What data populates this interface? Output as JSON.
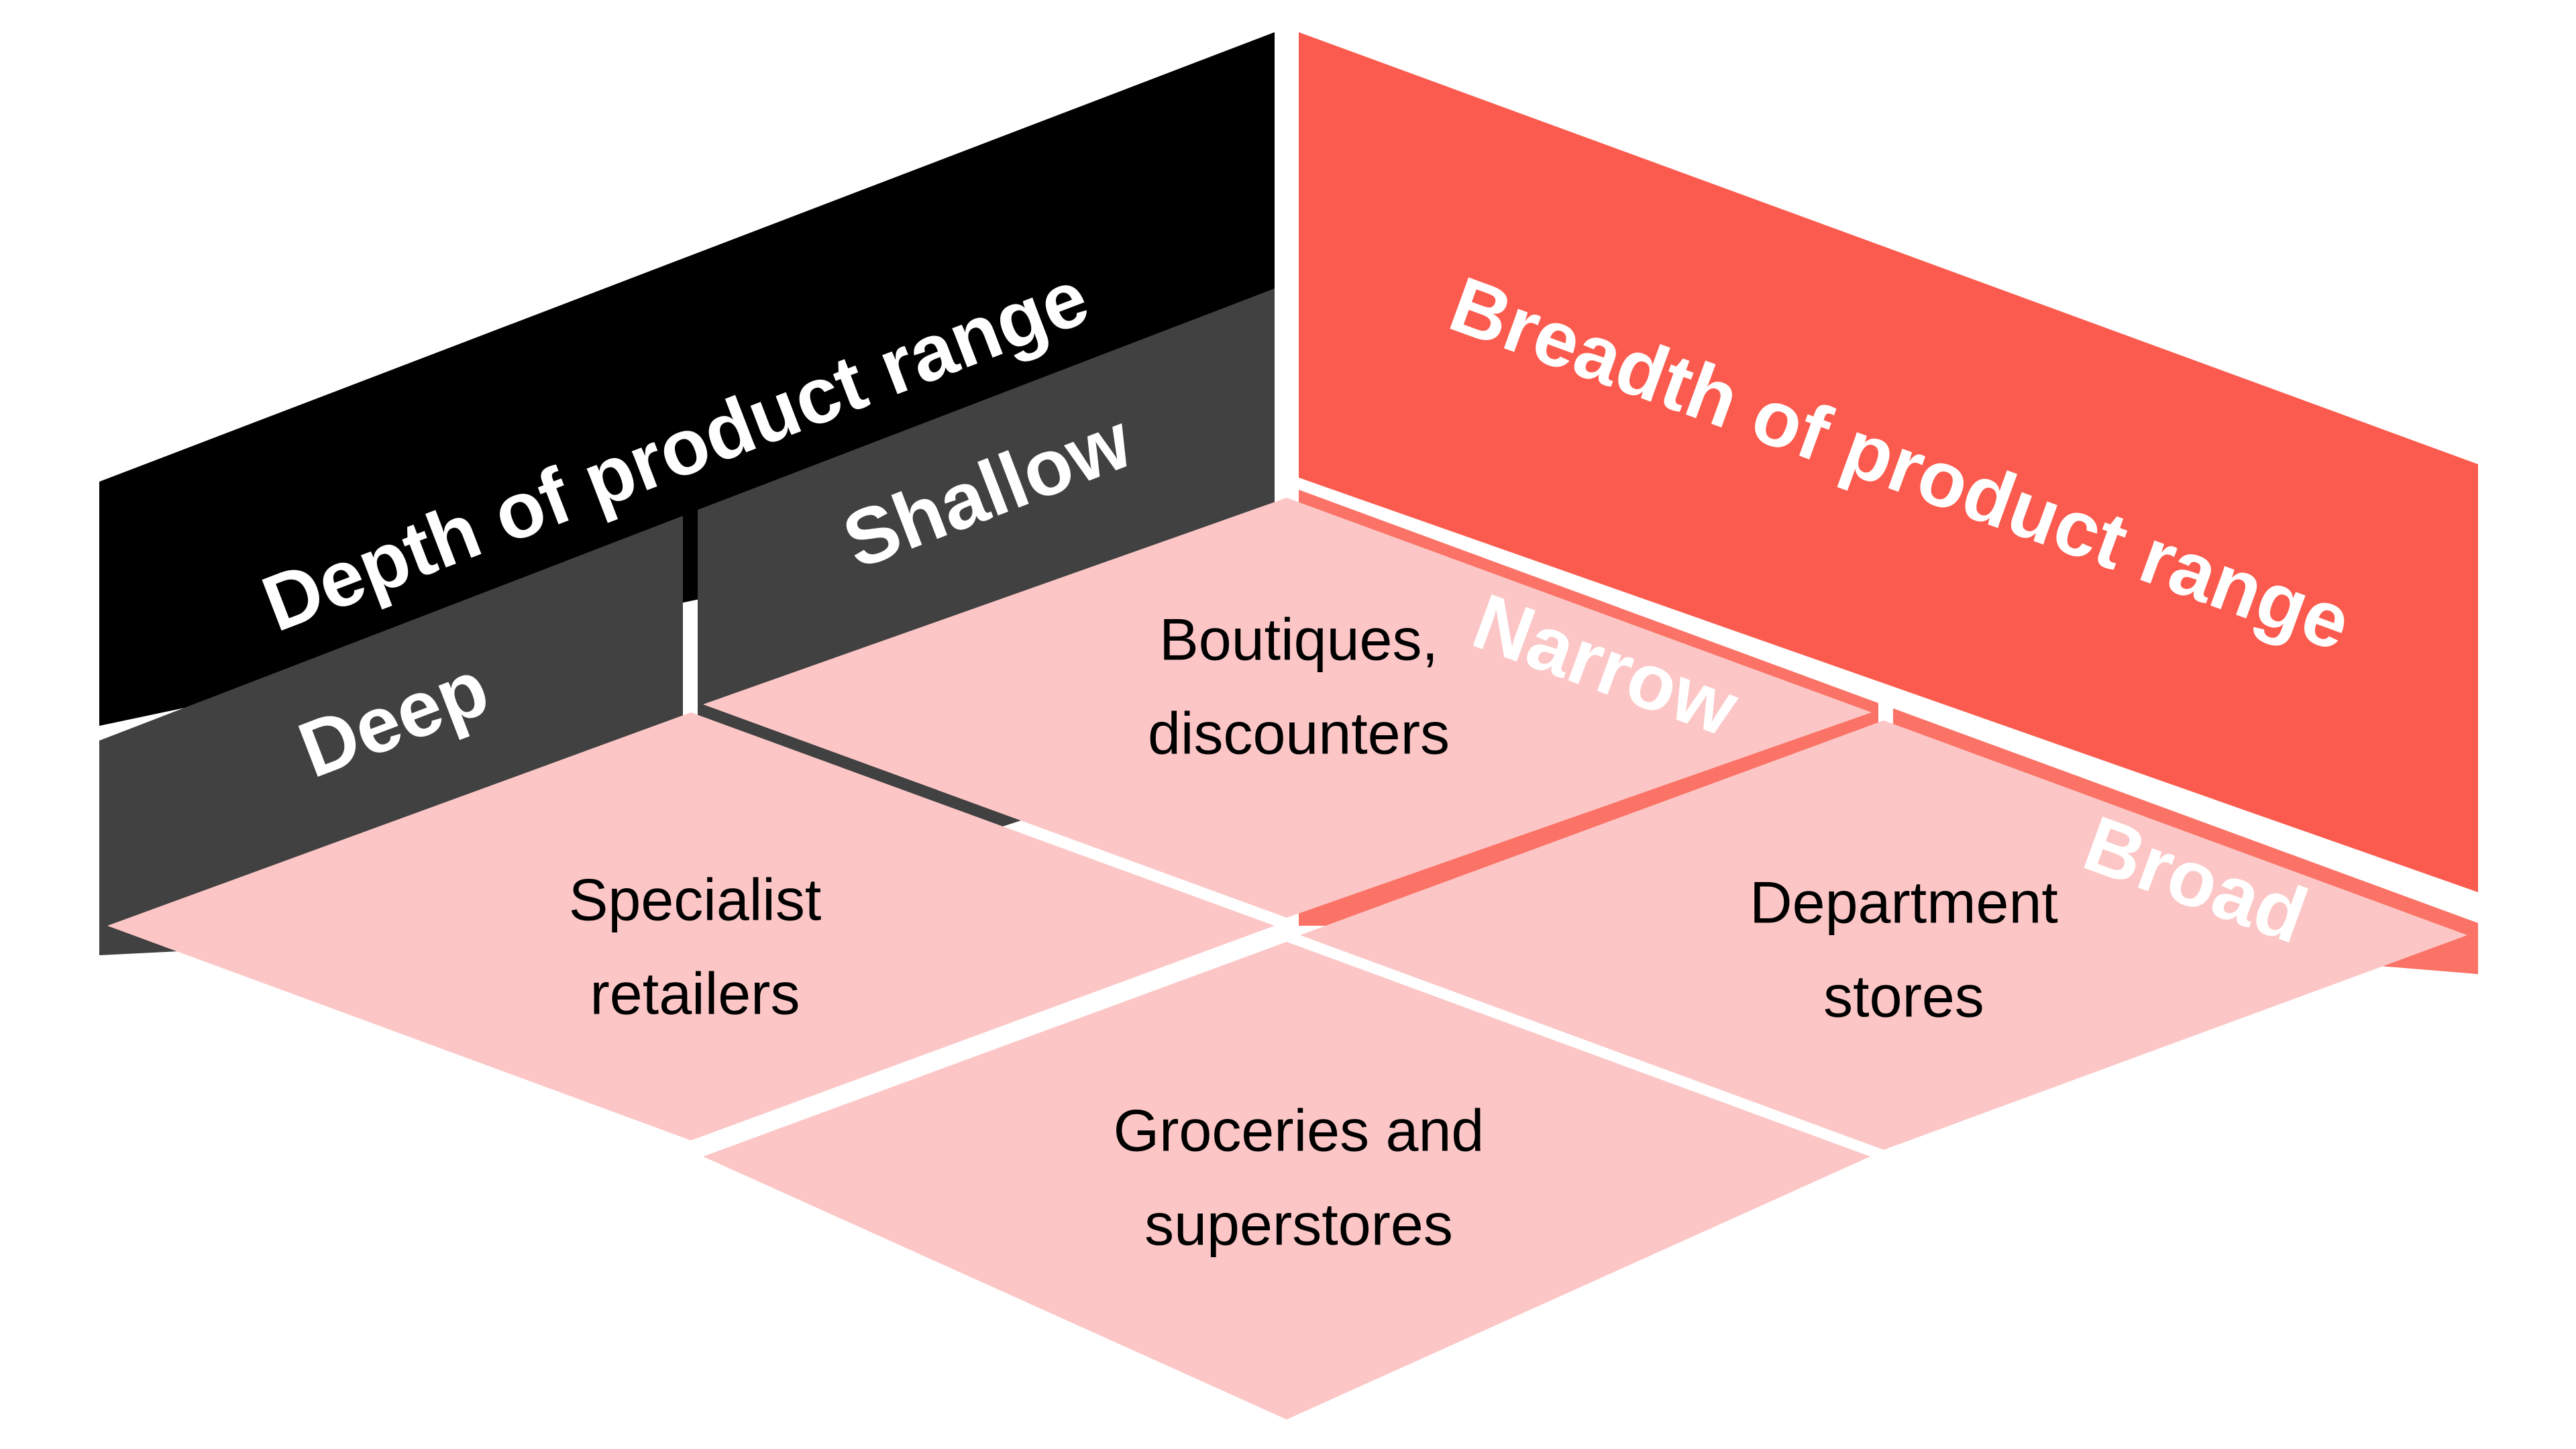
{
  "diagram": {
    "type": "isometric-2x2-matrix",
    "background_color": "#ffffff",
    "gap_color": "#ffffff"
  },
  "left_wall": {
    "axis_title": "Depth of product range",
    "axis_title_color": "#000000",
    "levels_band_color": "#414141",
    "levels": [
      {
        "label": "Deep"
      },
      {
        "label": "Shallow"
      }
    ]
  },
  "right_wall": {
    "axis_title": "Breadth of product range",
    "axis_title_color": "#fb5b4e",
    "levels_band_color": "#fa7366",
    "levels": [
      {
        "label": "Narrow"
      },
      {
        "label": "Broad"
      }
    ]
  },
  "floor": {
    "cell_color": "#fcc6c6",
    "cells": [
      {
        "position": "top",
        "depth": "Shallow",
        "breadth": "Narrow",
        "line1": "Boutiques,",
        "line2": "discounters"
      },
      {
        "position": "left",
        "depth": "Deep",
        "breadth": "Narrow",
        "line1": "Specialist",
        "line2": "retailers"
      },
      {
        "position": "right",
        "depth": "Shallow",
        "breadth": "Broad",
        "line1": "Department",
        "line2": "stores"
      },
      {
        "position": "bottom",
        "depth": "Deep",
        "breadth": "Broad",
        "line1": "Groceries and",
        "line2": "superstores"
      }
    ]
  }
}
